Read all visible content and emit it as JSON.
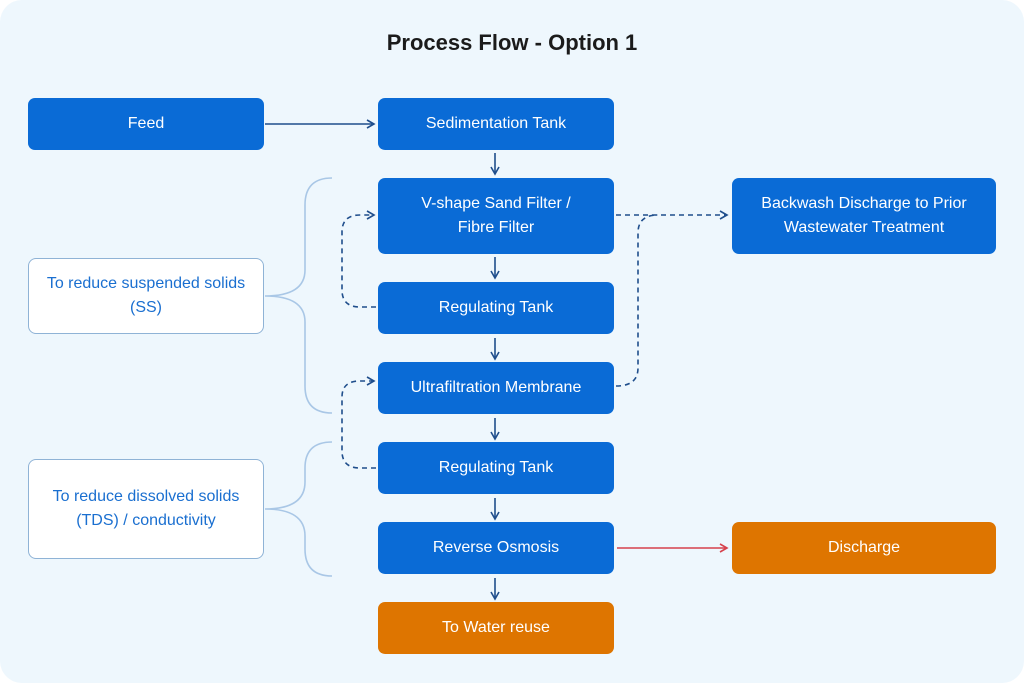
{
  "diagram": {
    "title": "Process Flow - Option 1",
    "nodes": {
      "feed": "Feed",
      "sedimentation_tank": "Sedimentation Tank",
      "sand_filter": "V-shape Sand Filter / Fibre Filter",
      "regulating_tank_1": "Regulating Tank",
      "ultrafiltration": "Ultrafiltration Membrane",
      "regulating_tank_2": "Regulating Tank",
      "reverse_osmosis": "Reverse Osmosis",
      "water_reuse": "To Water reuse",
      "backwash": "Backwash Discharge to Prior Wastewater Treatment",
      "discharge": "Discharge"
    },
    "notes": {
      "ss": "To reduce suspended solids (SS)",
      "tds": "To reduce dissolved solids (TDS) / conductivity"
    },
    "colors": {
      "process_box": "#0a6bd6",
      "output_box": "#de7500",
      "arrow": "#1f4e8c",
      "discharge_arrow": "#d6414c",
      "brace": "#a9c7e6"
    }
  }
}
